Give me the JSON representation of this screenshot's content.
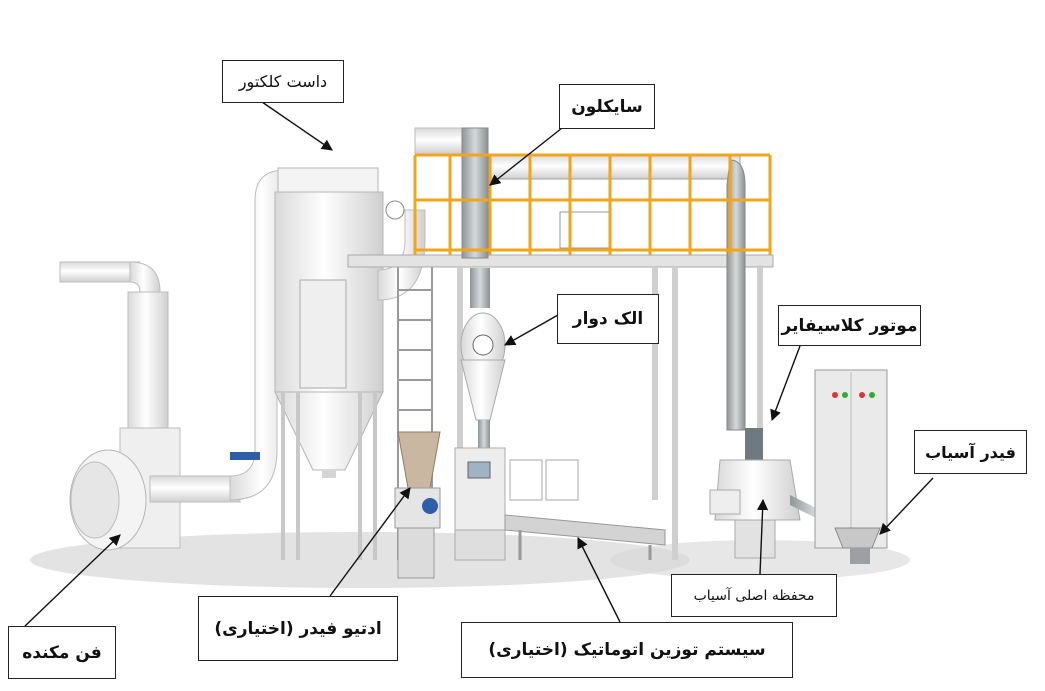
{
  "labels": {
    "dust_collector": "داست کلکتور",
    "cyclone": "سایکلون",
    "rotary_sieve": "الک دوار",
    "classifier_motor": "موتور کلاسیفایر",
    "mill_feeder": "فیدر آسیاب",
    "suction_fan": "فن مکنده",
    "additive_feeder": "ادتیو فیدر (اختیاری)",
    "auto_weighing": "سیستم توزین اتوماتیک (اختیاری)",
    "mill_housing": "محفظه اصلی آسیاب"
  },
  "colors": {
    "machine": "#f4f4f4",
    "machine_stroke": "#b8b8b8",
    "steel": "#aeb3b6",
    "railing": "#f2a51c",
    "blue_part": "#2f5fa8",
    "shadow": "#cfcfcf"
  }
}
